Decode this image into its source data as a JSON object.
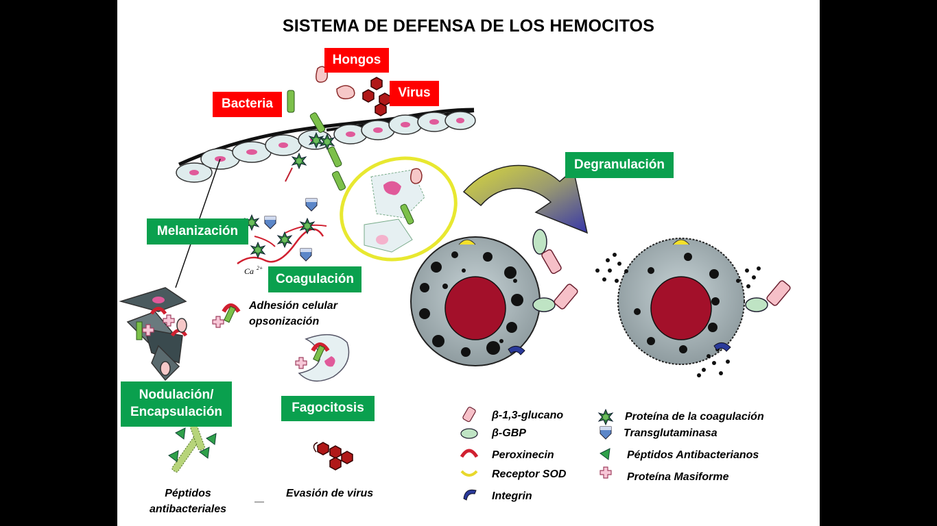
{
  "title": "SISTEMA DE DEFENSA DE LOS HEMOCITOS",
  "pathogens": {
    "hongos": "Hongos",
    "virus": "Virus",
    "bacteria": "Bacteria"
  },
  "processes": {
    "degranulacion": "Degranulación",
    "melanizacion": "Melanización",
    "coagulacion": "Coagulación",
    "nodulacion_line1": "Nodulación/",
    "nodulacion_line2": "Encapsulación",
    "fagocitosis": "Fagocitosis"
  },
  "captions": {
    "adhesion_line1": "Adhesión celular",
    "adhesion_line2": "opsonización",
    "peptidos_line1": "Péptidos",
    "peptidos_line2": "antibacteriales",
    "evasion": "Evasión de virus",
    "ca": "Ca"
  },
  "legend": {
    "left": [
      {
        "label": "β-1,3-glucano",
        "icon": "glucan-icon"
      },
      {
        "label": "β-GBP",
        "icon": "gbp-icon"
      },
      {
        "label": "Peroxinecin",
        "icon": "peroxinecin-icon"
      },
      {
        "label": "Receptor SOD",
        "icon": "sod-receptor-icon"
      },
      {
        "label": "Integrin",
        "icon": "integrin-icon"
      }
    ],
    "right": [
      {
        "label": "Proteína de la coagulación",
        "icon": "clotting-protein-icon"
      },
      {
        "label": "Transglutaminasa",
        "icon": "transglutaminase-icon"
      },
      {
        "label": "Péptidos Antibacterianos",
        "icon": "antibacterial-peptide-icon"
      },
      {
        "label": "Proteína Masiforme",
        "icon": "masquerade-protein-icon"
      }
    ]
  },
  "colors": {
    "red_box": "#ff0000",
    "green_box": "#0aa04e",
    "cell_fill": "#9aa7ab",
    "nucleus": "#a3102a",
    "highlight_ring": "#e8e830",
    "arrow_start": "#c8c820",
    "arrow_end": "#3c3ca8"
  }
}
